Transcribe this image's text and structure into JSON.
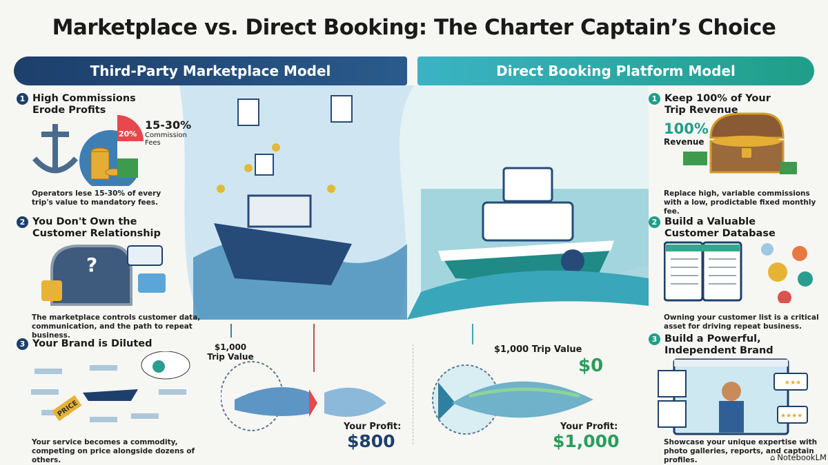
{
  "title": "Marketplace vs. Direct Booking: The Charter Captain’s Choice",
  "left": {
    "header": "Third-Party Marketplace Model",
    "items": [
      {
        "num": "1",
        "heading": "High Commissions Erode Profits",
        "pie_label": "20%",
        "callout": "15-30%",
        "callout_sub": "Commission Fees",
        "body": "Operators lese 15-30% of every trip's value to mandatory fees."
      },
      {
        "num": "2",
        "heading": "You Don't Own the Customer Relationship",
        "body": "The marketplace controls customer data, communication, and the path to repeat business."
      },
      {
        "num": "3",
        "heading": "Your Brand is Diluted",
        "tag": "PRICE",
        "body": "Your service becomes a commodity, competing on price alongside dozens of others."
      }
    ],
    "trip_value": "$1,000 Trip Value",
    "profit_label": "Your Profit:",
    "profit_value": "$800"
  },
  "right": {
    "header": "Direct Booking Platform Model",
    "items": [
      {
        "num": "1",
        "heading": "Keep 100% of Your Trip Revenue",
        "stat": "100%",
        "stat_sub": "Revenue",
        "body": "Replace high, variable commissions with a low, prodictable fixed monthly fee."
      },
      {
        "num": "2",
        "heading": "Build a Valuable Customer Database",
        "body": "Owning your customer list is a critical asset for driving repeat business."
      },
      {
        "num": "3",
        "heading": "Build a Powerful, Independent Brand",
        "body": "Showcase your unique expertise with photo galleries, reports, and captain profiles."
      }
    ],
    "trip_value": "$1,000 Trip Value",
    "fee": "$0",
    "profit_label": "Your Profit:",
    "profit_value": "$1,000"
  },
  "footer": {
    "brand": "NotebookLM"
  },
  "colors": {
    "navy": "#1d3f6b",
    "teal": "#1f9e88",
    "green": "#2a9d5c",
    "red": "#e5484d"
  }
}
